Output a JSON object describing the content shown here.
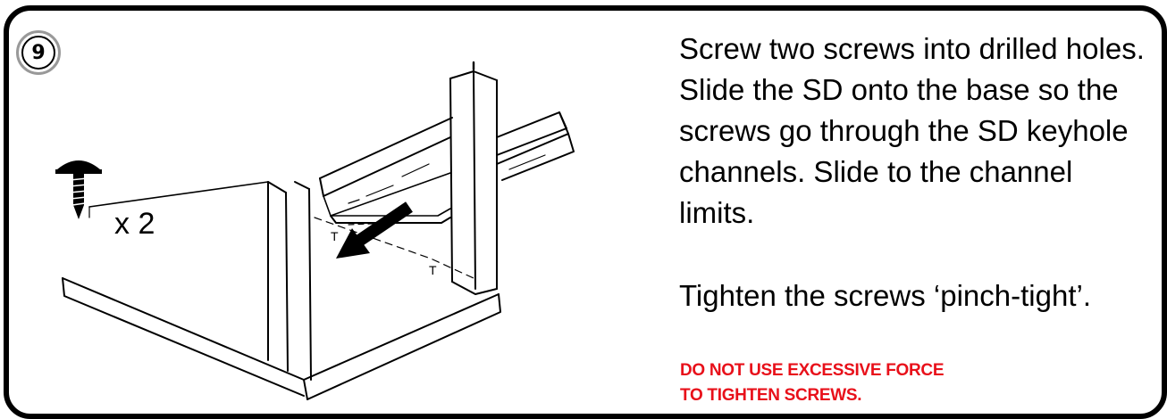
{
  "step": {
    "number": "9"
  },
  "hardware": {
    "icon": "screw-icon",
    "quantity_label": "x 2"
  },
  "instructions": {
    "main_text": "Screw two screws into drilled holes. Slide the SD onto the base so the screws go through the SD keyhole channels. Slide to the channel limits.",
    "tighten_text": "Tighten the screws ‘pinch-tight’.",
    "warning_line_1": "DO NOT USE EXCESSIVE FORCE",
    "warning_line_2": "TO TIGHTEN SCREWS."
  },
  "illustration": {
    "screw_marker_1": "T",
    "screw_marker_2": "T"
  },
  "colors": {
    "warning": "#e8101a",
    "border": "#000000",
    "badge_ring": "#999999"
  }
}
